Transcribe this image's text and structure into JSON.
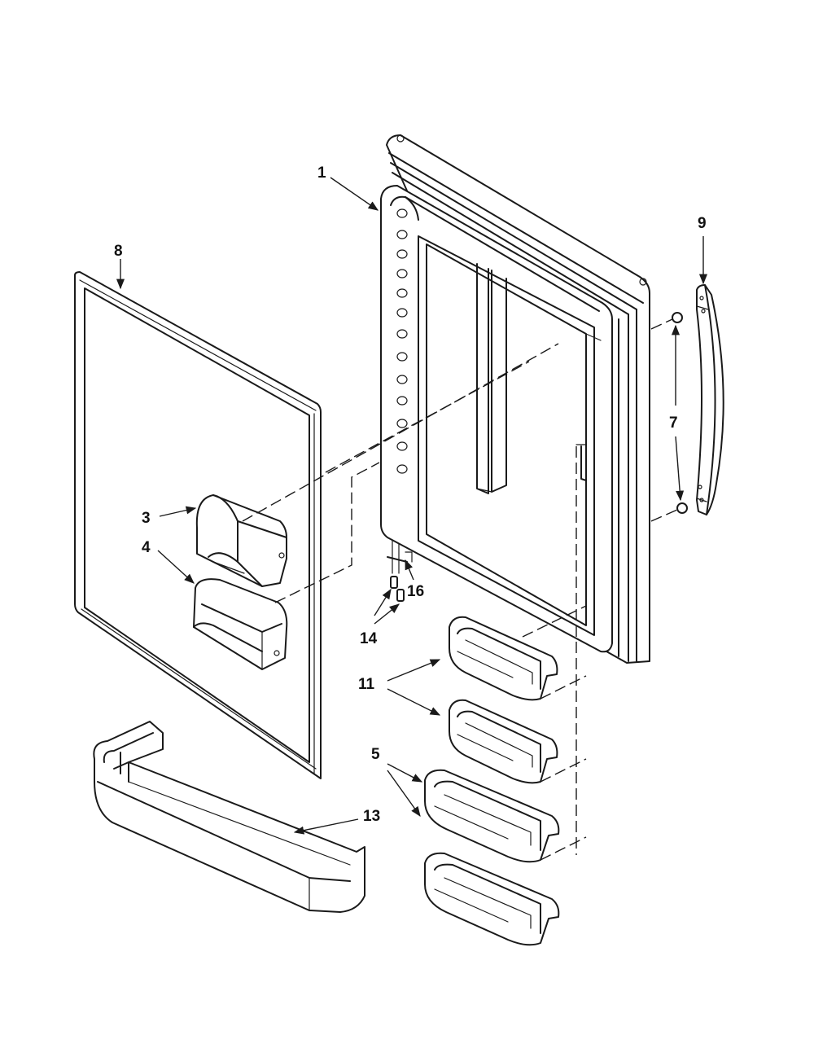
{
  "callouts": {
    "c1": "1",
    "c3": "3",
    "c4": "4",
    "c5": "5",
    "c7": "7",
    "c8": "8",
    "c9": "9",
    "c11": "11",
    "c13": "13",
    "c14": "14",
    "c16": "16"
  }
}
